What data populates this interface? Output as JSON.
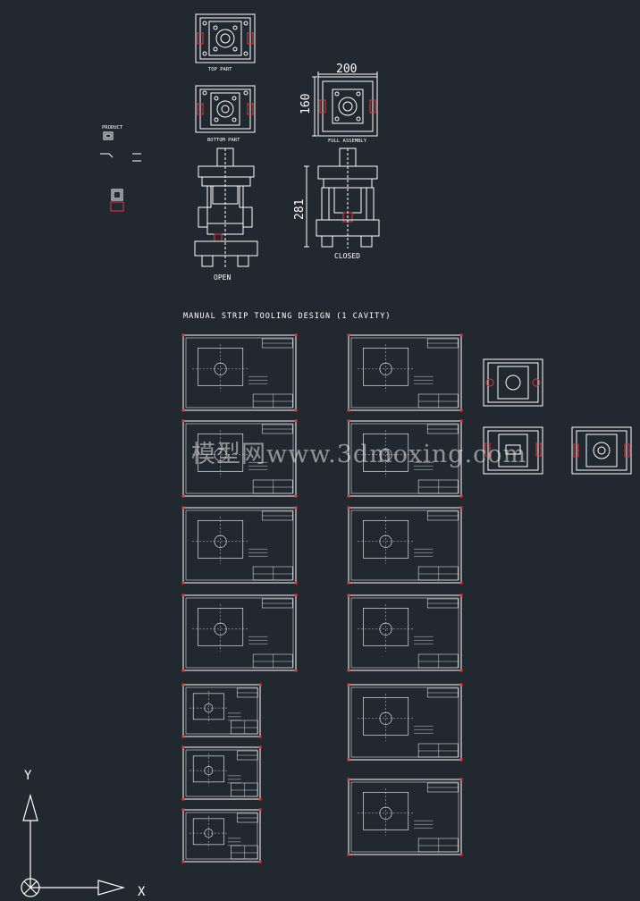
{
  "labels": {
    "top_part": "TOP PART",
    "bottom_part": "BOTTOM PART",
    "full_assembly": "FULL ASSEMBLY",
    "open": "OPEN",
    "closed": "CLOSED",
    "product": "PRODUCT",
    "dim_width": "200",
    "dim_height": "160",
    "dim_closed_height": "281",
    "title": "MANUAL STRIP TOOLING DESIGN (1 CAVITY)"
  },
  "watermark": "模型网www.3dmoxing.com",
  "ucs": {
    "x_label": "X",
    "y_label": "Y"
  },
  "colors": {
    "background": "#212830",
    "line": "#ffffff",
    "accent": "#e53935"
  },
  "icons": [
    "ucs-icon"
  ]
}
